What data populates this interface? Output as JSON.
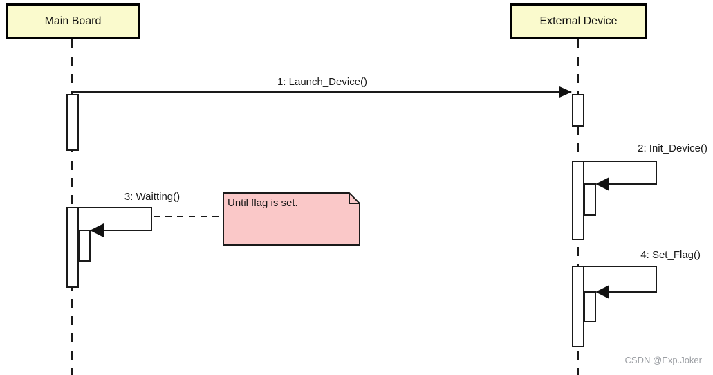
{
  "diagram": {
    "type": "uml-sequence-diagram",
    "actors": [
      {
        "id": "main-board",
        "label": "Main Board"
      },
      {
        "id": "external-device",
        "label": "External Device"
      }
    ],
    "messages": [
      {
        "seq": 1,
        "label": "1: Launch_Device()",
        "from": "Main Board",
        "to": "External Device",
        "kind": "call"
      },
      {
        "seq": 2,
        "label": "2: Init_Device()",
        "from": "External Device",
        "to": "External Device",
        "kind": "self-call"
      },
      {
        "seq": 3,
        "label": "3: Waitting()",
        "from": "Main Board",
        "to": "Main Board",
        "kind": "self-call"
      },
      {
        "seq": 4,
        "label": "4: Set_Flag()",
        "from": "External Device",
        "to": "External Device",
        "kind": "self-call"
      }
    ],
    "note": {
      "text": "Until flag is set.",
      "attached_to": "3: Waitting()"
    },
    "watermark": "CSDN @Exp.Joker",
    "colors": {
      "background": "#ffffff",
      "actor_fill": "#fafacd",
      "actor_border": "#000000",
      "note_fill": "#fac8c8",
      "note_border": "#1a1a1a",
      "line": "#1a1a1a",
      "watermark_text": "#9b9ea3"
    }
  }
}
